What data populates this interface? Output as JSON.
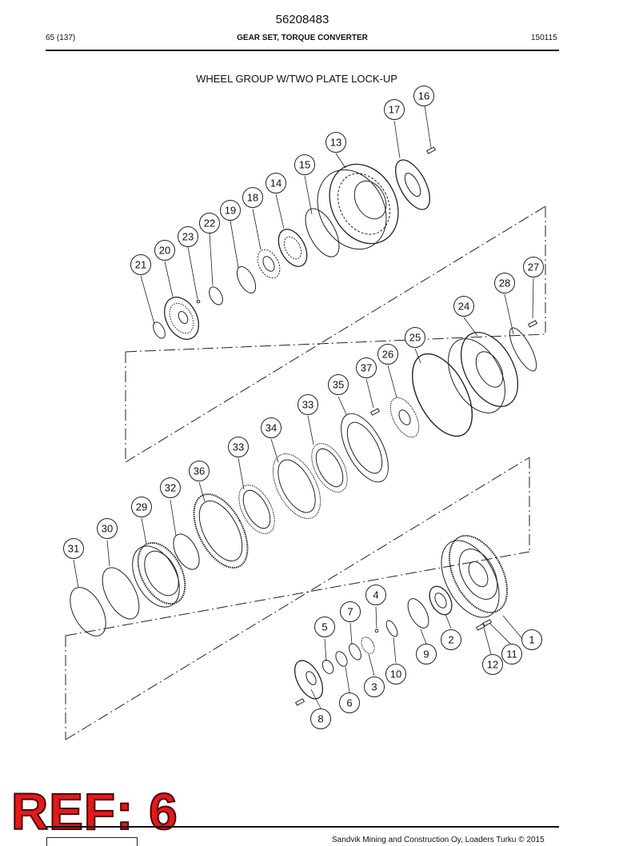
{
  "header": {
    "doc_number": "56208483",
    "page": "65 (137)",
    "section": "GEAR SET, TORQUE CONVERTER",
    "revision": "150115"
  },
  "diagram": {
    "title": "WHEEL GROUP W/TWO PLATE LOCK-UP",
    "callouts": [
      "1",
      "2",
      "3",
      "4",
      "5",
      "6",
      "7",
      "8",
      "9",
      "10",
      "11",
      "12",
      "13",
      "14",
      "15",
      "16",
      "17",
      "18",
      "19",
      "20",
      "21",
      "22",
      "23",
      "24",
      "25",
      "26",
      "27",
      "28",
      "29",
      "30",
      "31",
      "32",
      "33",
      "34",
      "35",
      "36",
      "37",
      "33"
    ]
  },
  "stamp": {
    "text": "REF: 6",
    "color": "#e3191b"
  },
  "footer": {
    "text": "Sandvik Mining and Construction Oy, Loaders Turku © 2015"
  }
}
